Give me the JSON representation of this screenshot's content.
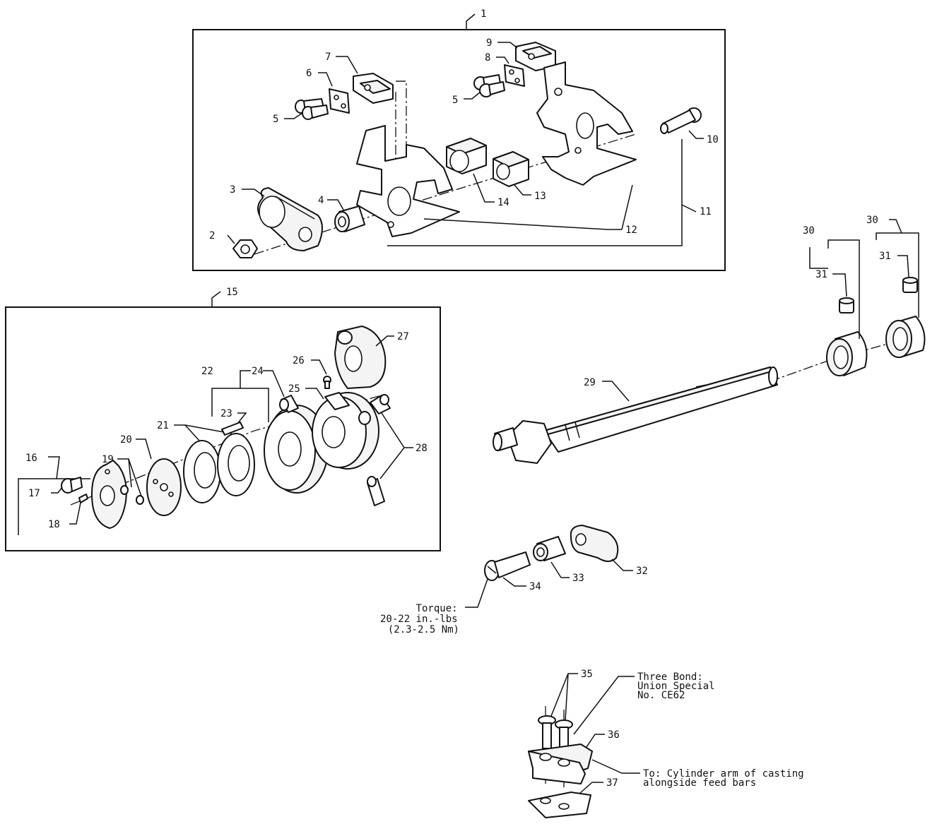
{
  "callouts": {
    "c1": "1",
    "c2": "2",
    "c3": "3",
    "c4": "4",
    "c5a": "5",
    "c5b": "5",
    "c6": "6",
    "c7": "7",
    "c8": "8",
    "c9": "9",
    "c10": "10",
    "c11": "11",
    "c12": "12",
    "c13": "13",
    "c14": "14",
    "c15": "15",
    "c16": "16",
    "c17": "17",
    "c18": "18",
    "c19": "19",
    "c20": "20",
    "c21": "21",
    "c22": "22",
    "c23": "23",
    "c24": "24",
    "c25": "25",
    "c26": "26",
    "c27": "27",
    "c28": "28",
    "c29": "29",
    "c30a": "30",
    "c30b": "30",
    "c31a": "31",
    "c31b": "31",
    "c32": "32",
    "c33": "33",
    "c34": "34",
    "c35": "35",
    "c36": "36",
    "c37": "37"
  },
  "notes": {
    "torque": [
      "Torque:",
      "20-22 in.-lbs",
      "(2.3-2.5 Nm)"
    ],
    "three_bond": [
      "Three Bond:",
      "Union Special",
      "No. CE62"
    ],
    "destination": [
      "To: Cylinder arm of casting",
      "alongside feed bars"
    ]
  }
}
